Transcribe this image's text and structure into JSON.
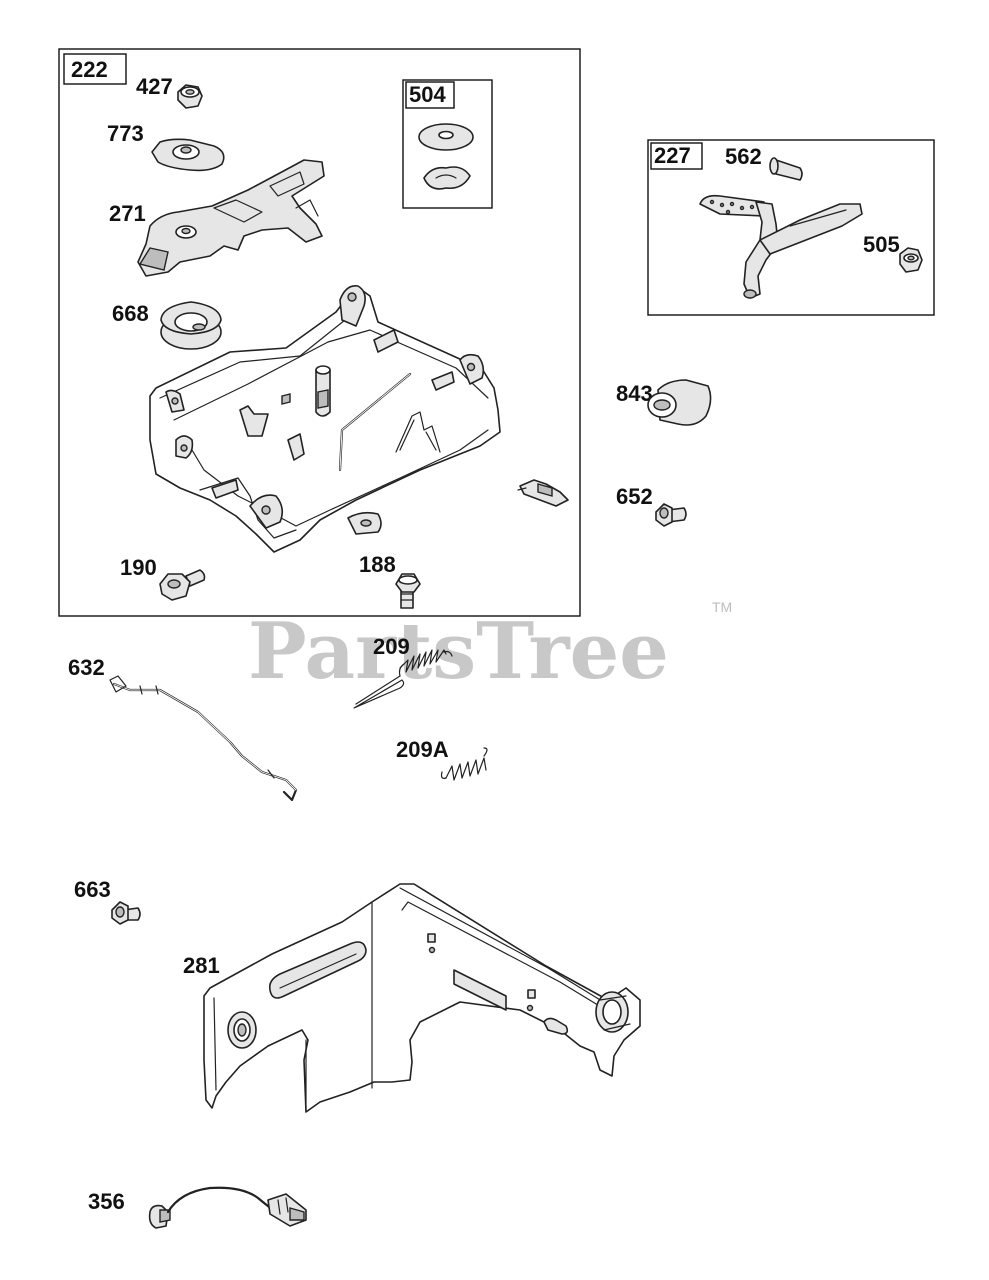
{
  "watermark": {
    "text": "PartsTree",
    "tm": "TM"
  },
  "boxes": {
    "b222": "222",
    "b504": "504",
    "b227": "227"
  },
  "labels": {
    "l427": "427",
    "l773": "773",
    "l271": "271",
    "l668": "668",
    "l190": "190",
    "l188": "188",
    "l562": "562",
    "l505": "505",
    "l843": "843",
    "l652": "652",
    "l632": "632",
    "l209": "209",
    "l209a": "209A",
    "l663": "663",
    "l281": "281",
    "l356": "356"
  }
}
